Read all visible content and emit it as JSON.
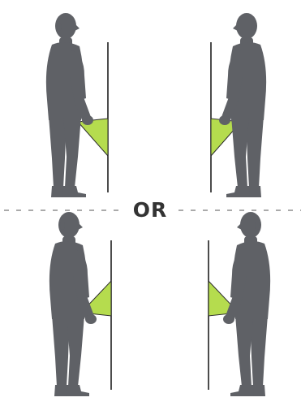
{
  "separator": {
    "label": "OR"
  },
  "colors": {
    "figure": "#5f6166",
    "flap": "#b5dc4e",
    "flap_stroke": "#2b2b2b",
    "wall": "#1f1f1f",
    "separator_line": "#777777",
    "label": "#333333"
  },
  "panels": [
    {
      "id": "top-left",
      "person_facing": "right",
      "flap_position": "low",
      "flap_direction": "downward"
    },
    {
      "id": "top-right",
      "person_facing": "left",
      "flap_position": "low",
      "flap_direction": "downward"
    },
    {
      "id": "bottom-left",
      "person_facing": "right",
      "flap_position": "raised",
      "flap_direction": "upward"
    },
    {
      "id": "bottom-right",
      "person_facing": "left",
      "flap_position": "raised",
      "flap_direction": "upward"
    }
  ],
  "icons": {
    "person": "standing-person-icon",
    "flap": "folding-flap-icon",
    "wall": "wall-line-icon"
  }
}
